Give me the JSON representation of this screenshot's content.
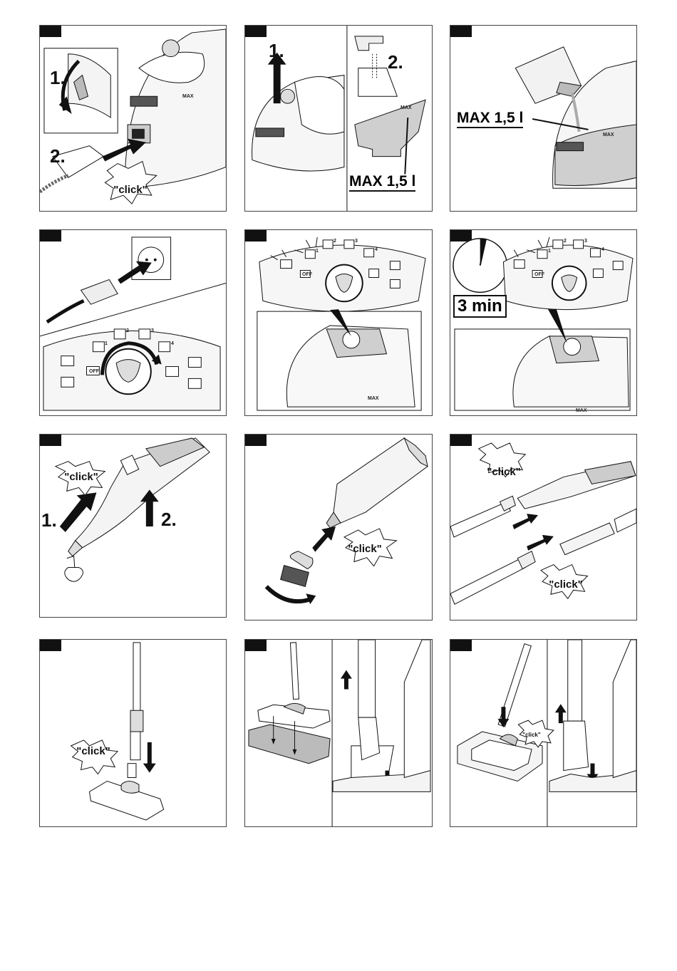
{
  "panels": [
    {
      "id": "p1",
      "labels": {
        "step1": "1.",
        "step2": "2.",
        "click": "\"click\"",
        "max_mark": "MAX"
      }
    },
    {
      "id": "p2",
      "labels": {
        "step1": "1.",
        "step2": "2.",
        "max": "MAX 1,5 l",
        "max_mark": "MAX"
      }
    },
    {
      "id": "p3",
      "labels": {
        "max": "MAX 1,5 l",
        "max_mark": "MAX"
      }
    },
    {
      "id": "p4",
      "labels": {
        "n1": "1",
        "n2": "2",
        "n3": "3",
        "n4": "4",
        "off": "OFF"
      }
    },
    {
      "id": "p5",
      "labels": {
        "n1": "1",
        "n2": "2",
        "n3": "3",
        "n4": "4",
        "off": "OFF",
        "max_mark": "MAX"
      }
    },
    {
      "id": "p6",
      "labels": {
        "time": "3 min",
        "n1": "1",
        "n2": "2",
        "n3": "3",
        "n4": "4",
        "off": "OFF",
        "max_mark": "MAX"
      }
    },
    {
      "id": "p7",
      "labels": {
        "step1": "1.",
        "step2": "2.",
        "click": "\"click\""
      }
    },
    {
      "id": "p8",
      "labels": {
        "click": "\"click\""
      }
    },
    {
      "id": "p9",
      "labels": {
        "click_top": "\"click\"",
        "click_bottom": "\"click\""
      }
    },
    {
      "id": "p10",
      "labels": {
        "click": "\"click\""
      }
    },
    {
      "id": "p11",
      "labels": {}
    },
    {
      "id": "p12",
      "labels": {
        "click": "\"click\""
      }
    }
  ],
  "colors": {
    "ink": "#111111",
    "fill_grey": "#cfcfcf",
    "panel_tab": "#111111"
  }
}
